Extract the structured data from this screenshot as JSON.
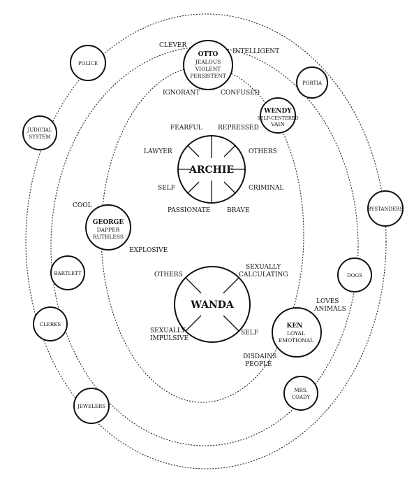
{
  "nodes": {
    "otto": {
      "name": "OTTO",
      "traits": [
        "JEALOUS",
        "VIOLENT",
        "PERSISTENT"
      ]
    },
    "wendy": {
      "name": "WENDY",
      "traits": [
        "SELF-CENTERED",
        "VAIN"
      ]
    },
    "george": {
      "name": "GEORGE",
      "traits": [
        "DAPPER",
        "RUTHLESS"
      ]
    },
    "ken": {
      "name": "KEN",
      "traits": [
        "LOYAL",
        "EMOTIONAL"
      ]
    },
    "archie": {
      "name": "ARCHIE"
    },
    "wanda": {
      "name": "WANDA"
    },
    "police": {
      "name": "POLICE"
    },
    "judicial": {
      "name_lines": [
        "JUDICIAL",
        "SYSTEM"
      ]
    },
    "portia": {
      "name": "PORTIA"
    },
    "bystanders": {
      "name": "BYSTANDERS"
    },
    "bartlett": {
      "name": "BARTLETT"
    },
    "dogs": {
      "name": "DOGS"
    },
    "clerks": {
      "name": "CLERKS"
    },
    "coady": {
      "name_lines": [
        "MRS.",
        "COADY"
      ]
    },
    "jewelers": {
      "name": "JEWELERS"
    }
  },
  "labels": {
    "clever": "CLEVER",
    "intelligent": "INTELLIGENT",
    "ignorant": "IGNORANT",
    "confused": "CONFUSED",
    "fearful": "FEARFUL",
    "repressed": "REPRESSED",
    "lawyer": "LAWYER",
    "others_archie": "OTHERS",
    "self_archie": "SELF",
    "criminal": "CRIMINAL",
    "passionate": "PASSIONATE",
    "brave": "BRAVE",
    "cool": "COOL",
    "explosive": "EXPLOSIVE",
    "others_wanda": "OTHERS",
    "sexually_calculating": [
      "SEXUALLY",
      "CALCULATING"
    ],
    "sexually_impulsive": [
      "SEXUALLY",
      "IMPULSIVE"
    ],
    "self_wanda": "SELF",
    "loves_animals": [
      "LOVES",
      "ANIMALS"
    ],
    "disdains_people": [
      "DISDAINS",
      "PEOPLE"
    ]
  }
}
